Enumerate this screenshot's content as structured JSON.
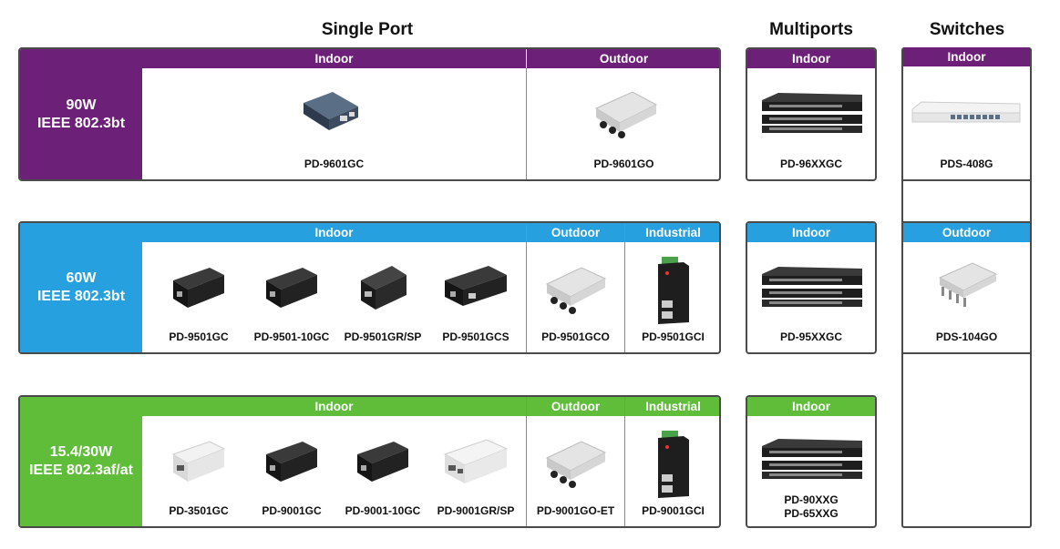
{
  "columns": {
    "single_port": "Single Port",
    "multiports": "Multiports",
    "switches": "Switches"
  },
  "rows": [
    {
      "power": "90W",
      "standard": "IEEE 802.3bt",
      "color": "#6d2077",
      "single_headers": {
        "indoor": "Indoor",
        "outdoor": "Outdoor"
      },
      "single_products": [
        "PD-9601GC",
        "PD-9601GO"
      ],
      "multiport": {
        "header": "Indoor",
        "products": [
          "PD-96XXGC"
        ]
      },
      "switch": {
        "header": "Indoor",
        "product": "PDS-408G"
      }
    },
    {
      "power": "60W",
      "standard": "IEEE 802.3bt",
      "color": "#26a0df",
      "single_headers": {
        "indoor": "Indoor",
        "outdoor": "Outdoor",
        "industrial": "Industrial"
      },
      "single_products": [
        "PD-9501GC",
        "PD-9501-10GC",
        "PD-9501GR/SP",
        "PD-9501GCS",
        "PD-9501GCO",
        "PD-9501GCI"
      ],
      "multiport": {
        "header": "Indoor",
        "products": [
          "PD-95XXGC"
        ]
      },
      "switch": {
        "header": "Outdoor",
        "product": "PDS-104GO"
      }
    },
    {
      "power": "15.4/30W",
      "standard": "IEEE 802.3af/at",
      "color": "#5fbd3a",
      "single_headers": {
        "indoor": "Indoor",
        "outdoor": "Outdoor",
        "industrial": "Industrial"
      },
      "single_products": [
        "PD-3501GC",
        "PD-9001GC",
        "PD-9001-10GC",
        "PD-9001GR/SP",
        "PD-9001GO-ET",
        "PD-9001GCI"
      ],
      "multiport": {
        "header": "Indoor",
        "products": [
          "PD-90XXG",
          "PD-65XXG"
        ]
      }
    }
  ]
}
